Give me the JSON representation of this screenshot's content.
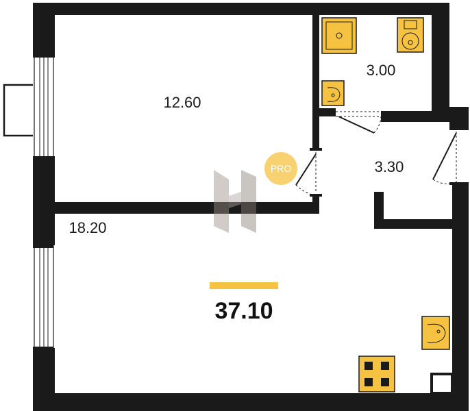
{
  "plan": {
    "total_area": "37.10",
    "accent_color": "#F5C242",
    "wall_color": "#1A1A1A",
    "rooms": [
      {
        "id": "room",
        "label": "12.60"
      },
      {
        "id": "bathroom",
        "label": "3.00"
      },
      {
        "id": "hallway",
        "label": "3.30"
      },
      {
        "id": "kitchen-living",
        "label": "18.20"
      }
    ],
    "badge": {
      "text": "PRO"
    },
    "icons": [
      "shower-icon",
      "toilet-icon",
      "sink-icon",
      "kitchen-sink-icon",
      "stove-icon",
      "window-icon",
      "door-icon",
      "balcony-icon",
      "watermark-logo"
    ]
  }
}
